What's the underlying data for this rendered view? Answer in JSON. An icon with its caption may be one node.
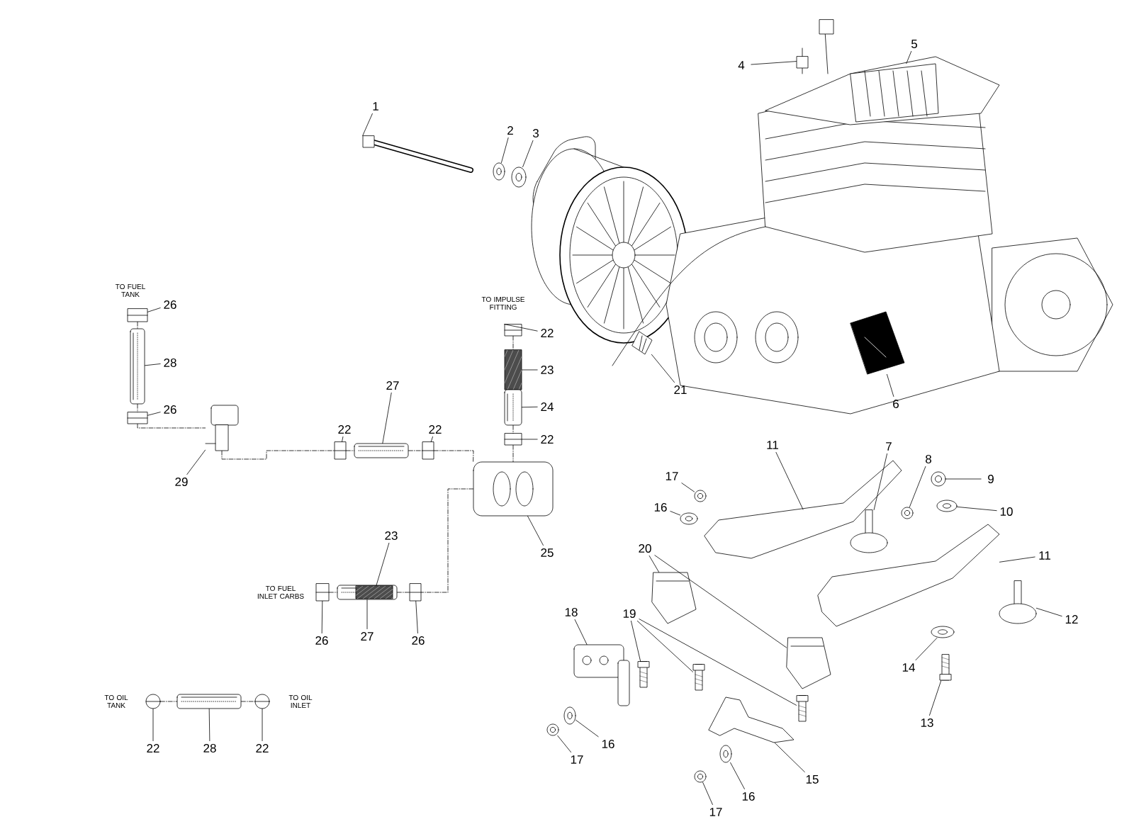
{
  "diagram": {
    "nodes": [
      {
        "text": [
          "1"
        ]
      },
      {
        "text": [
          "2"
        ]
      },
      {
        "text": [
          "3"
        ]
      },
      {
        "text": [
          "4"
        ]
      },
      {
        "text": [
          "5"
        ]
      },
      {
        "text": [
          "26"
        ]
      },
      {
        "text": [
          "22"
        ]
      },
      {
        "text": [
          "28"
        ]
      },
      {
        "text": [
          "23"
        ]
      },
      {
        "text": [
          "21"
        ]
      },
      {
        "text": [
          "22"
        ]
      },
      {
        "text": [
          "27"
        ]
      },
      {
        "text": [
          "22"
        ]
      },
      {
        "text": [
          "24"
        ]
      },
      {
        "text": [
          "6"
        ]
      },
      {
        "text": [
          "26"
        ]
      },
      {
        "text": [
          "22"
        ]
      },
      {
        "text": [
          "29"
        ]
      },
      {
        "text": [
          "7"
        ]
      },
      {
        "text": [
          "8"
        ]
      },
      {
        "text": [
          "9"
        ]
      },
      {
        "text": [
          "11"
        ]
      },
      {
        "text": [
          "17"
        ]
      },
      {
        "text": [
          "16"
        ]
      },
      {
        "text": [
          "10"
        ]
      },
      {
        "text": [
          "25"
        ]
      },
      {
        "text": [
          "20"
        ]
      },
      {
        "text": [
          "11"
        ]
      },
      {
        "text": [
          "23"
        ]
      },
      {
        "text": [
          "18"
        ]
      },
      {
        "text": [
          "19"
        ]
      },
      {
        "text": [
          "12"
        ]
      },
      {
        "text": [
          "26"
        ]
      },
      {
        "text": [
          "27"
        ]
      },
      {
        "text": [
          "26"
        ]
      },
      {
        "text": [
          "14"
        ]
      },
      {
        "text": [
          "16"
        ]
      },
      {
        "text": [
          "13"
        ]
      },
      {
        "text": [
          "22"
        ]
      },
      {
        "text": [
          "28"
        ]
      },
      {
        "text": [
          "22"
        ]
      },
      {
        "text": [
          "17"
        ]
      },
      {
        "text": [
          "15"
        ]
      },
      {
        "text": [
          "16"
        ]
      },
      {
        "text": [
          "17"
        ]
      },
      {
        "text": [],
        "shape": "picture"
      },
      {
        "text": [],
        "shape": "picture"
      },
      {
        "text": [],
        "shape": "picture"
      },
      {
        "text": [],
        "shape": "picture"
      },
      {
        "text": [],
        "shape": "picture"
      },
      {
        "text": [],
        "shape": "picture"
      },
      {
        "text": [],
        "shape": "picture"
      },
      {
        "text": [],
        "shape": "picture"
      },
      {
        "text": [],
        "shape": "picture"
      },
      {
        "text": [],
        "shape": "picture"
      },
      {
        "text": [],
        "shape": "picture"
      },
      {
        "text": [],
        "shape": "picture"
      },
      {
        "text": [],
        "shape": "picture"
      },
      {
        "text": [],
        "shape": "picture"
      },
      {
        "text": [],
        "shape": "picture"
      },
      {
        "text": [],
        "shape": "picture"
      },
      {
        "text": [],
        "shape": "picture"
      },
      {
        "text": [],
        "shape": "picture"
      },
      {
        "text": [],
        "shape": "picture"
      },
      {
        "text": [],
        "shape": "picture"
      },
      {
        "text": [],
        "shape": "picture"
      },
      {
        "text": [],
        "shape": "picture"
      },
      {
        "text": [],
        "shape": "picture"
      },
      {
        "text": [],
        "shape": "picture"
      },
      {
        "text": [],
        "shape": "picture"
      },
      {
        "text": [],
        "shape": "picture"
      },
      {
        "text": [],
        "shape": "picture"
      },
      {
        "text": [],
        "shape": "picture"
      },
      {
        "text": [],
        "shape": "picture"
      },
      {
        "text": [],
        "shape": "picture",
        "in": 81
      },
      {
        "text": [],
        "shape": "picture"
      },
      {
        "text": [],
        "shape": "picture"
      },
      {
        "text": [],
        "shape": "picture"
      },
      {
        "text": [],
        "shape": "picture"
      },
      {
        "text": [],
        "shape": "picture"
      },
      {
        "text": [],
        "shape": "picture"
      },
      {
        "text": [],
        "shape": "picture"
      },
      {
        "text": [],
        "shape": "picture"
      },
      {
        "text": [],
        "shape": "picture"
      },
      {
        "text": [],
        "shape": "picture"
      },
      {
        "text": [],
        "shape": "picture"
      },
      {
        "text": [],
        "shape": "picture"
      },
      {
        "text": [],
        "shape": "picture"
      },
      {
        "text": [],
        "shape": "picture"
      },
      {
        "text": [],
        "shape": "picture"
      },
      {
        "text": [],
        "shape": "picture"
      },
      {
        "text": [],
        "shape": "picture"
      },
      {
        "text": [],
        "shape": "picture"
      }
    ],
    "edges": [
      {
        "from": 0,
        "to": 45,
        "arrow": "none"
      },
      {
        "from": 1,
        "to": 46,
        "arrow": "none"
      },
      {
        "from": 2,
        "to": 47,
        "arrow": "none"
      },
      {
        "from": 3,
        "to": 48,
        "arrow": "none"
      },
      {
        "from": 4,
        "to": 49,
        "arrow": "none"
      },
      {
        "from": 5,
        "to": 50,
        "arrow": "none"
      },
      {
        "from": 6,
        "to": 51,
        "arrow": "none"
      },
      {
        "from": 7,
        "to": 52,
        "arrow": "none"
      },
      {
        "from": 8,
        "to": 53,
        "arrow": "none"
      },
      {
        "from": 9,
        "to": 54,
        "arrow": "none"
      },
      {
        "from": 10,
        "to": 55,
        "arrow": "none"
      },
      {
        "from": 11,
        "to": 56,
        "arrow": "none"
      },
      {
        "from": 12,
        "to": 57,
        "arrow": "none"
      },
      {
        "from": 13,
        "to": 58,
        "arrow": "none"
      },
      {
        "from": 14,
        "to": 59,
        "arrow": "none"
      },
      {
        "from": 15,
        "to": 60,
        "arrow": "none"
      },
      {
        "from": 16,
        "to": 61,
        "arrow": "none"
      },
      {
        "from": 17,
        "to": 62,
        "arrow": "none"
      },
      {
        "from": 18,
        "to": 63,
        "arrow": "none"
      },
      {
        "from": 19,
        "to": 64,
        "arrow": "none"
      },
      {
        "from": 20,
        "to": 65,
        "arrow": "none"
      },
      {
        "from": 21,
        "to": 66,
        "arrow": "none"
      },
      {
        "from": 22,
        "to": 67,
        "arrow": "none"
      },
      {
        "from": 23,
        "to": 68,
        "arrow": "none"
      },
      {
        "from": 24,
        "to": 69,
        "arrow": "none"
      },
      {
        "from": 25,
        "to": 70,
        "arrow": "none"
      },
      {
        "from": 26,
        "to": 71,
        "arrow": "none"
      },
      {
        "from": 26,
        "to": 72,
        "arrow": "none"
      },
      {
        "from": 27,
        "to": 73,
        "arrow": "none"
      },
      {
        "from": 28,
        "to": 74,
        "arrow": "none"
      },
      {
        "from": 29,
        "to": 75,
        "arrow": "none"
      },
      {
        "from": 30,
        "to": 76,
        "arrow": "none"
      },
      {
        "from": 30,
        "to": 77,
        "arrow": "none"
      },
      {
        "from": 30,
        "to": 78,
        "arrow": "none"
      },
      {
        "from": 31,
        "to": 79,
        "arrow": "none"
      },
      {
        "from": 32,
        "to": 80,
        "arrow": "none"
      },
      {
        "from": 33,
        "to": 81,
        "arrow": "none"
      },
      {
        "from": 34,
        "to": 82,
        "arrow": "none"
      },
      {
        "from": 35,
        "to": 83,
        "arrow": "none"
      },
      {
        "from": 36,
        "to": 84,
        "arrow": "none"
      },
      {
        "from": 37,
        "to": 85,
        "arrow": "none"
      },
      {
        "from": 38,
        "to": 86,
        "arrow": "none"
      },
      {
        "from": 39,
        "to": 87,
        "arrow": "none"
      },
      {
        "from": 40,
        "to": 88,
        "arrow": "none"
      },
      {
        "from": 41,
        "to": 89,
        "arrow": "none"
      },
      {
        "from": 42,
        "to": 90,
        "arrow": "none"
      },
      {
        "from": 43,
        "to": 91,
        "arrow": "none"
      },
      {
        "from": 44,
        "to": 92,
        "arrow": "none"
      },
      {
        "from": 50,
        "to": 52,
        "arrow": "none",
        "style": "dashed"
      },
      {
        "from": 52,
        "to": 60,
        "arrow": "none",
        "style": "dashed"
      },
      {
        "from": 60,
        "to": 62,
        "arrow": "none",
        "style": "dashed"
      },
      {
        "from": 62,
        "to": 55,
        "arrow": "none",
        "style": "dashed"
      },
      {
        "from": 55,
        "to": 56,
        "arrow": "none",
        "style": "dashed"
      },
      {
        "from": 56,
        "to": 57,
        "arrow": "none",
        "style": "dashed"
      },
      {
        "from": 57,
        "to": 70,
        "arrow": "none",
        "style": "dashed"
      },
      {
        "from": 51,
        "to": 53,
        "arrow": "none",
        "style": "dashed"
      },
      {
        "from": 58,
        "to": 61,
        "arrow": "none",
        "style": "dashed"
      },
      {
        "from": 61,
        "to": 70,
        "arrow": "none",
        "style": "dashed"
      },
      {
        "from": 70,
        "to": 82,
        "arrow": "none",
        "style": "dashed"
      },
      {
        "from": 80,
        "to": 81,
        "arrow": "none",
        "style": "dashed"
      },
      {
        "from": 81,
        "to": 82,
        "arrow": "none",
        "style": "dashed"
      },
      {
        "from": 86,
        "to": 87,
        "arrow": "none",
        "style": "dashed"
      },
      {
        "from": 87,
        "to": 88,
        "arrow": "none",
        "style": "dashed"
      }
    ],
    "labels": [
      "TO FUEL TANK",
      "TO IMPULSE FITTING",
      "TO FUEL INLET CARBS",
      "TO OIL TANK",
      "TO OIL INLET"
    ]
  }
}
